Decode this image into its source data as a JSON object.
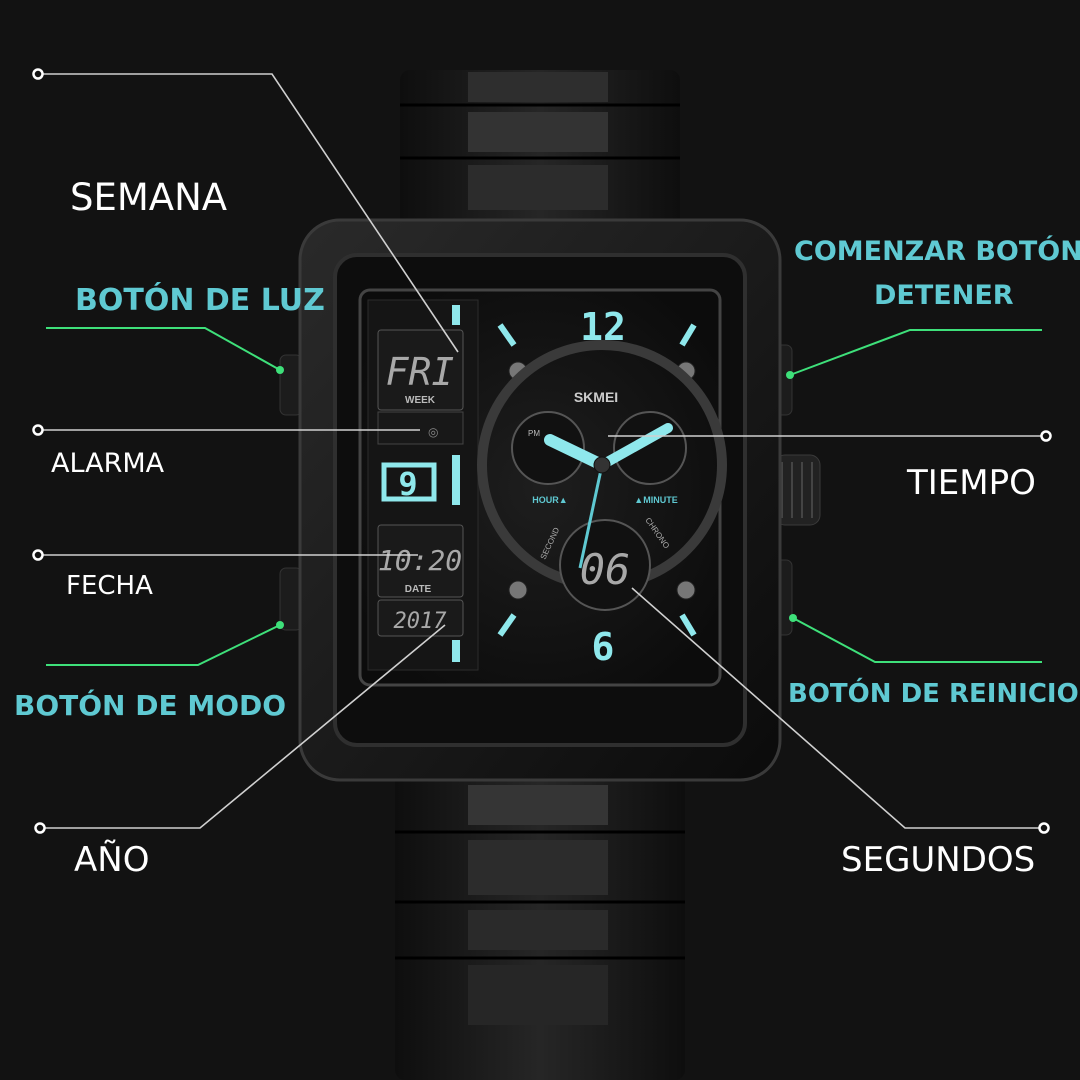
{
  "labels": {
    "semana": "SEMANA",
    "boton_luz": "BOTÓN DE LUZ",
    "alarma": "ALARMA",
    "fecha": "FECHA",
    "boton_modo": "BOTÓN DE MODO",
    "anio": "AÑO",
    "comenzar_line1": "COMENZAR BOTÓN",
    "comenzar_line2": "DETENER",
    "tiempo": "TIEMPO",
    "boton_reinicio": "BOTÓN DE REINICIO",
    "segundos": "SEGUNDOS"
  },
  "dial": {
    "brand": "SKMEI",
    "week_display": "FRI",
    "week_caption": "WEEK",
    "date_display": "10:20",
    "date_caption": "DATE",
    "year_display": "2017",
    "numeral_12": "12",
    "numeral_9": "9",
    "numeral_6": "6",
    "pm_marker": "PM",
    "hour_caption": "HOUR▲",
    "minute_caption": "▲MINUTE",
    "second_caption": "SECOND",
    "chrono_caption": "CHRONO",
    "chrono_display": "06"
  },
  "colors": {
    "background": "#121212",
    "accent_cyan": "#5fc9d2",
    "lume": "#8fe8ec",
    "callout_green": "#3ee07a",
    "line_white": "#d0d0d0"
  }
}
